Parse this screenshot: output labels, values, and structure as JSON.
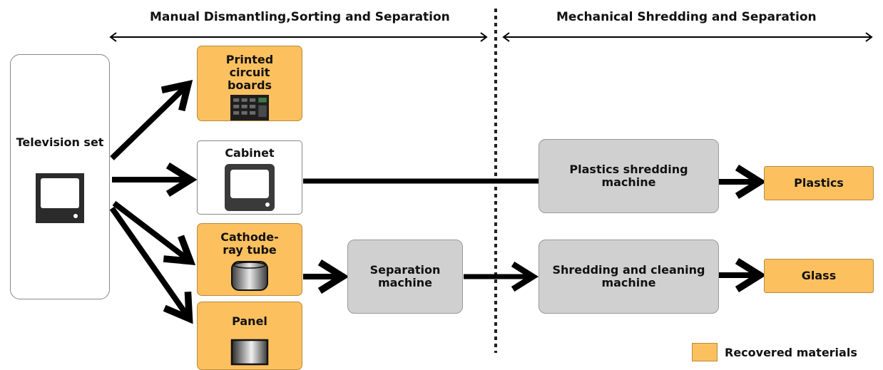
{
  "headers": {
    "left": "Manual Dismantling,Sorting and Separation",
    "right": "Mechanical Shredding and Separation"
  },
  "nodes": {
    "tv": "Television set",
    "pcb": "Printed circuit boards",
    "cabinet": "Cabinet",
    "crt": "Cathode-ray tube",
    "panel": "Panel",
    "separation": "Separation machine",
    "plastics_machine": "Plastics shredding machine",
    "glass_machine": "Shredding and cleaning machine",
    "plastics": "Plastics",
    "glass": "Glass"
  },
  "legend": {
    "label": "Recovered materials",
    "color": "#fdc05f"
  },
  "colors": {
    "recovered": "#fdc05f",
    "machine": "#d0d0d0",
    "arrow": "#000000"
  },
  "icons": [
    "tv-icon",
    "circuit-board-icon",
    "cabinet-tv-icon",
    "crt-tube-icon",
    "panel-icon"
  ]
}
